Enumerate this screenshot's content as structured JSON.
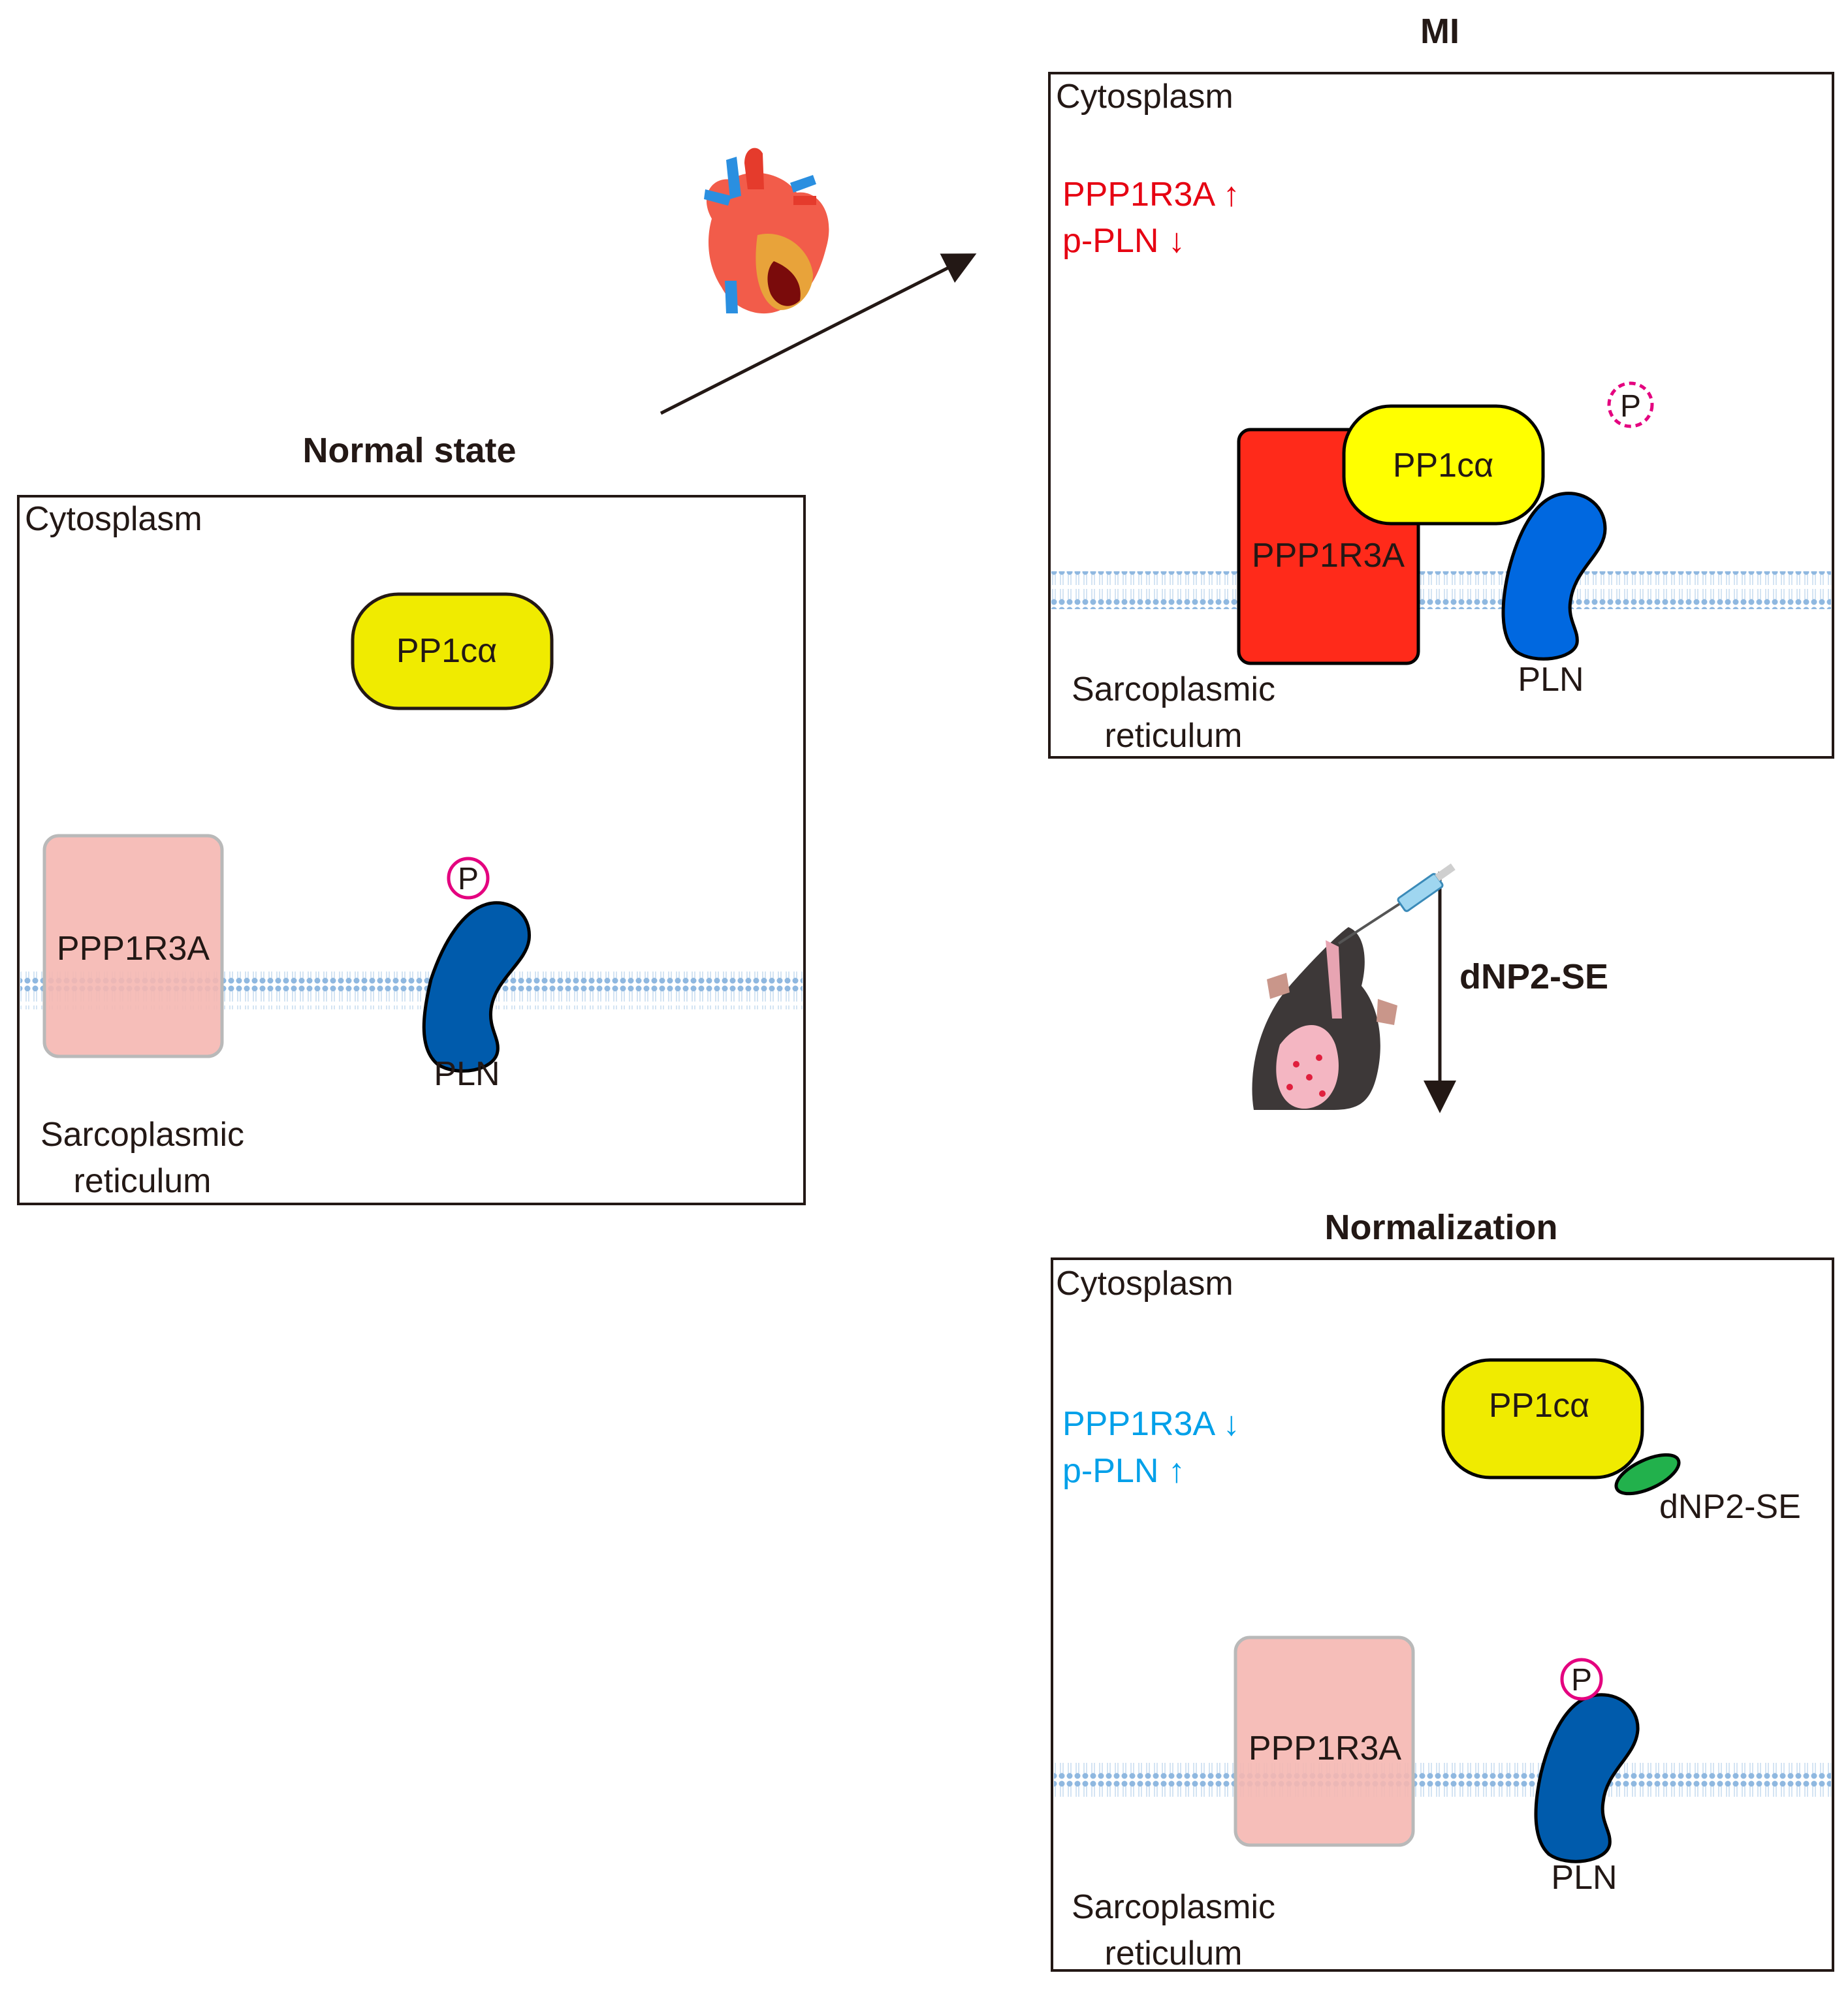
{
  "normal": {
    "title": "Normal state",
    "cytoplasm": "Cytosplasm",
    "pp1c": "PP1cα",
    "ppp1r3a": "PPP1R3A",
    "pln": "PLN",
    "phospho": "P",
    "sr_line1": "Sarcoplasmic",
    "sr_line2": "reticulum"
  },
  "mi": {
    "title": "MI",
    "cytoplasm": "Cytosplasm",
    "change1": "PPP1R3A ↑",
    "change2": "p-PLN ↓",
    "pp1c": "PP1cα",
    "ppp1r3a": "PPP1R3A",
    "pln": "PLN",
    "phospho": "P",
    "sr_line1": "Sarcoplasmic",
    "sr_line2": "reticulum"
  },
  "treatment": {
    "label": "dNP2-SE"
  },
  "normalization": {
    "title": "Normalization",
    "cytoplasm": "Cytosplasm",
    "change1": "PPP1R3A ↓",
    "change2": "p-PLN ↑",
    "pp1c": "PP1cα",
    "dnp2": "dNP2-SE",
    "ppp1r3a": "PPP1R3A",
    "pln": "PLN",
    "phospho": "P",
    "sr_line1": "Sarcoplasmic",
    "sr_line2": "reticulum"
  },
  "colors": {
    "pp1c_fill": "#f0eb00",
    "ppp1r3a_normal": "#f5b7b1",
    "ppp1r3a_mi": "#ff2a1a",
    "pln_fill": "#005bac",
    "pln_mi_fill": "#0068e0",
    "phospho_ring": "#e4007f",
    "dnp2_fill": "#22b14c",
    "membrane": "#9dc3e6",
    "up_red": "#e60012",
    "down_blue": "#00a0e9"
  },
  "icons": [
    "heart-illustration",
    "mouse-injection-illustration"
  ]
}
